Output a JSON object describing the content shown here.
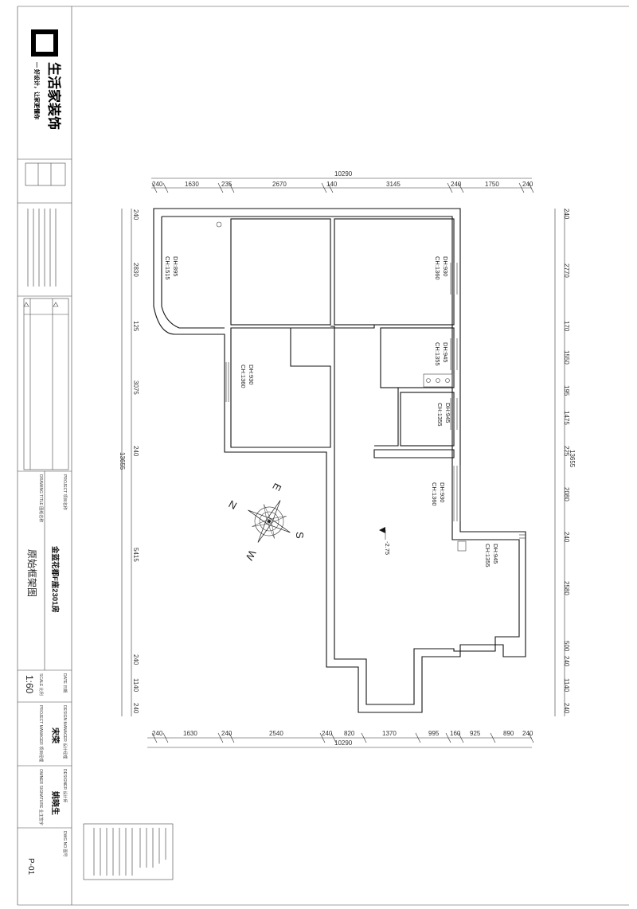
{
  "brand": {
    "name": "生活家装饰",
    "slogan": "— 好设计，让家更懂你"
  },
  "title_block": {
    "project_label": "PROJECT 项目名称",
    "project_name": "金蓝花都F座2301房",
    "drawing_title_label": "DRAWING TITLE 图纸名称",
    "drawing_title": "原始框架图",
    "date_label": "DATE 日期",
    "scale_label": "SCALE 比例",
    "scale": "1:60",
    "design_manager_label": "DESIGN MANAGER 设计经理",
    "design_manager": "宋荣",
    "project_manager_label": "PROJECT MANAGER 项目经理",
    "designer_label": "DESIGNER 设计师",
    "designer": "姚晓生",
    "owner_label": "OWNER SIGNATURE 业主签字",
    "dwg_no_label": "DWG NO 图号",
    "dwg_no": "P-01"
  },
  "dimensions": {
    "top_total": "10290",
    "top_segments": [
      "240",
      "1630",
      "235",
      "2670",
      "140",
      "3145",
      "240",
      "1750",
      "240"
    ],
    "bottom_total": "10290",
    "bottom_segments": [
      "240",
      "1630",
      "240",
      "2540",
      "240",
      "820",
      "1370",
      "995",
      "160",
      "925",
      "890",
      "240"
    ],
    "left_total": "13655",
    "left_segments": [
      "240",
      "2830",
      "125",
      "3075",
      "240",
      "5415",
      "240",
      "1140",
      "240"
    ],
    "right_total": "13655",
    "right_segments": [
      "240",
      "2770",
      "170",
      "1550",
      "195",
      "1475",
      "225",
      "2080",
      "240",
      "2580",
      "500",
      "240",
      "1140",
      "240"
    ]
  },
  "windows": [
    {
      "dh": "DH:895",
      "ch": "CH:1515"
    },
    {
      "dh": "DH:930",
      "ch": "CH:1360"
    },
    {
      "dh": "DH:945",
      "ch": "CH:1355"
    },
    {
      "dh": "DH:930",
      "ch": "CH:1360"
    },
    {
      "dh": "DH:945",
      "ch": "CH:1355"
    },
    {
      "dh": "DH:930",
      "ch": "CH:1360"
    },
    {
      "dh": "DH:945",
      "ch": "CH:1355"
    }
  ],
  "elevation": "-2.75",
  "compass": {
    "n": "N",
    "s": "S",
    "e": "E",
    "w": "W"
  }
}
